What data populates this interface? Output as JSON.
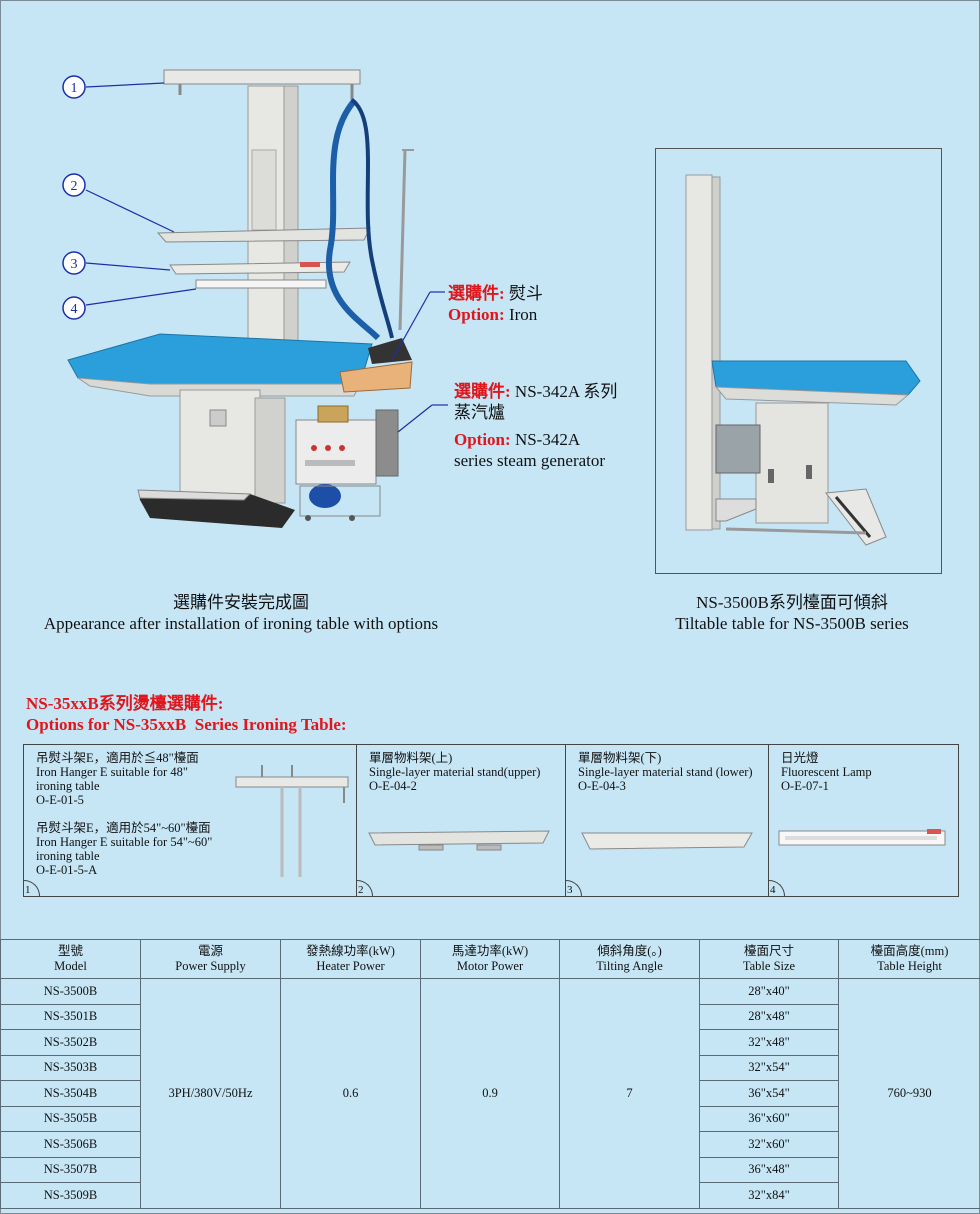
{
  "callouts": {
    "iron_red1": "選購件:",
    "iron_zh": "熨斗",
    "iron_red2": "Option:",
    "iron_en": "Iron",
    "steam_red1": "選購件:",
    "steam_zh": "NS-342A 系列蒸汽爐",
    "steam_red2": "Option:",
    "steam_en1": "NS-342A",
    "steam_en2": "series steam generator"
  },
  "markers": [
    "1",
    "2",
    "3",
    "4"
  ],
  "captions": {
    "left_zh": "選購件安裝完成圖",
    "left_en": "Appearance after installation of ironing table with options",
    "right_zh": "NS-3500B系列檯面可傾斜",
    "right_en": "Tiltable table for NS-3500B series"
  },
  "options_heading": {
    "zh": "NS-35xxB系列燙檯選購件:",
    "en": "Options for NS-35xxB  Series Ironing Table:"
  },
  "options": [
    {
      "num": "1",
      "lines_a": [
        "吊熨斗架E，適用於≦48\"檯面",
        "Iron Hanger E suitable for 48\"",
        "ironing table",
        "O-E-01-5"
      ],
      "lines_b": [
        "吊熨斗架E，適用於54\"~60\"檯面",
        "Iron Hanger E suitable for 54\"~60\"",
        "ironing table",
        "O-E-01-5-A"
      ]
    },
    {
      "num": "2",
      "lines": [
        "單層物料架(上)",
        "Single-layer material stand(upper)",
        "O-E-04-2"
      ]
    },
    {
      "num": "3",
      "lines": [
        "單層物料架(下)",
        "Single-layer material stand (lower)",
        "O-E-04-3"
      ]
    },
    {
      "num": "4",
      "lines": [
        "日光燈",
        "Fluorescent Lamp",
        "O-E-07-1"
      ]
    }
  ],
  "spec_table": {
    "headers": [
      [
        "型號",
        "Model"
      ],
      [
        "電源",
        "Power Supply"
      ],
      [
        "發熱線功率(kW)",
        "Heater Power"
      ],
      [
        "馬達功率(kW)",
        "Motor Power"
      ],
      [
        "傾斜角度(。)",
        "Tilting Angle"
      ],
      [
        "檯面尺寸",
        "Table Size"
      ],
      [
        "檯面高度(mm)",
        "Table Height"
      ]
    ],
    "models": [
      "NS-3500B",
      "NS-3501B",
      "NS-3502B",
      "NS-3503B",
      "NS-3504B",
      "NS-3505B",
      "NS-3506B",
      "NS-3507B",
      "NS-3509B"
    ],
    "sizes": [
      "28\"x40\"",
      "28\"x48\"",
      "32\"x48\"",
      "32\"x54\"",
      "36\"x54\"",
      "36\"x60\"",
      "32\"x60\"",
      "36\"x48\"",
      "32\"x84\""
    ],
    "power_supply": "3PH/380V/50Hz",
    "heater_power": "0.6",
    "motor_power": "0.9",
    "tilting_angle": "7",
    "table_height": "760~930"
  },
  "colors": {
    "background": "#c6e6f6",
    "accent_red": "#e0161c",
    "table_top_blue": "#2b9fdc",
    "marker_blue": "#1c2fa8"
  }
}
